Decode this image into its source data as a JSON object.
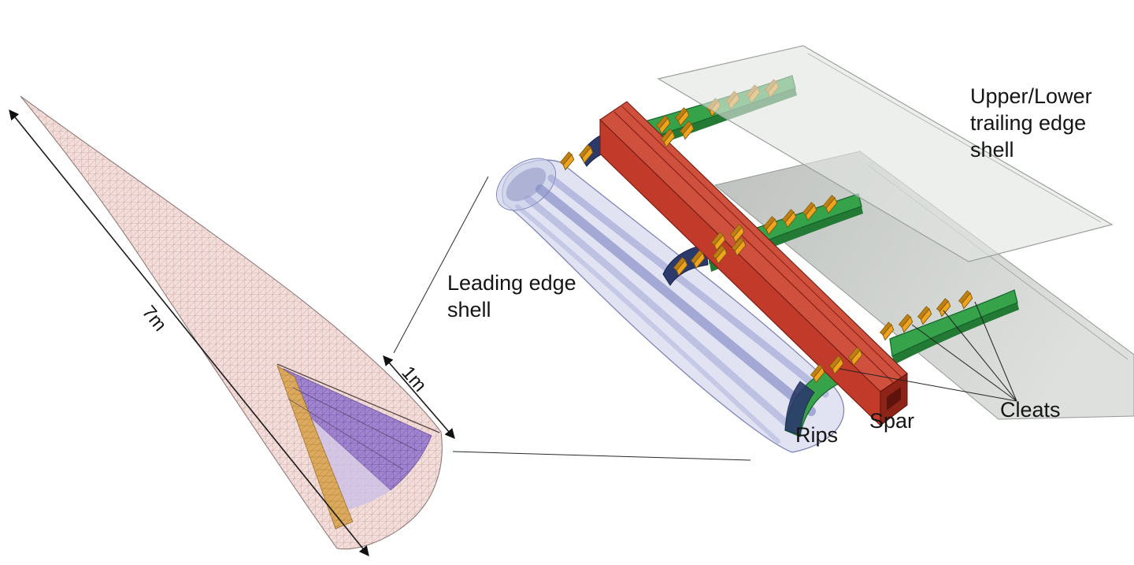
{
  "overview_blade": {
    "length_label": "7m",
    "section_width_label": "1m"
  },
  "detail_view": {
    "leading_edge_label": {
      "line1": "Leading edge",
      "line2": "shell"
    },
    "trailing_edge_label": {
      "line1": "Upper/Lower",
      "line2": "trailing edge",
      "line3": "shell"
    },
    "rips_label": "Rips",
    "spar_label": "Spar",
    "cleats_label": "Cleats"
  },
  "colors": {
    "blade_mesh": "#f3dedb",
    "root_skin_purple": "#a184cf",
    "root_light_purple": "#c9bfe8",
    "root_spar_orange": "#dcaa5e",
    "leading_edge_shell": "#c3c7e6",
    "spar_red": "#c23b2a",
    "rib_green": "#36a24a",
    "rib_navy": "#2b3a6b",
    "cleat_orange": "#f0a41d",
    "upper_shell_gray": "#e2e5e2",
    "lower_shell_gray": "#c6c9c6"
  }
}
